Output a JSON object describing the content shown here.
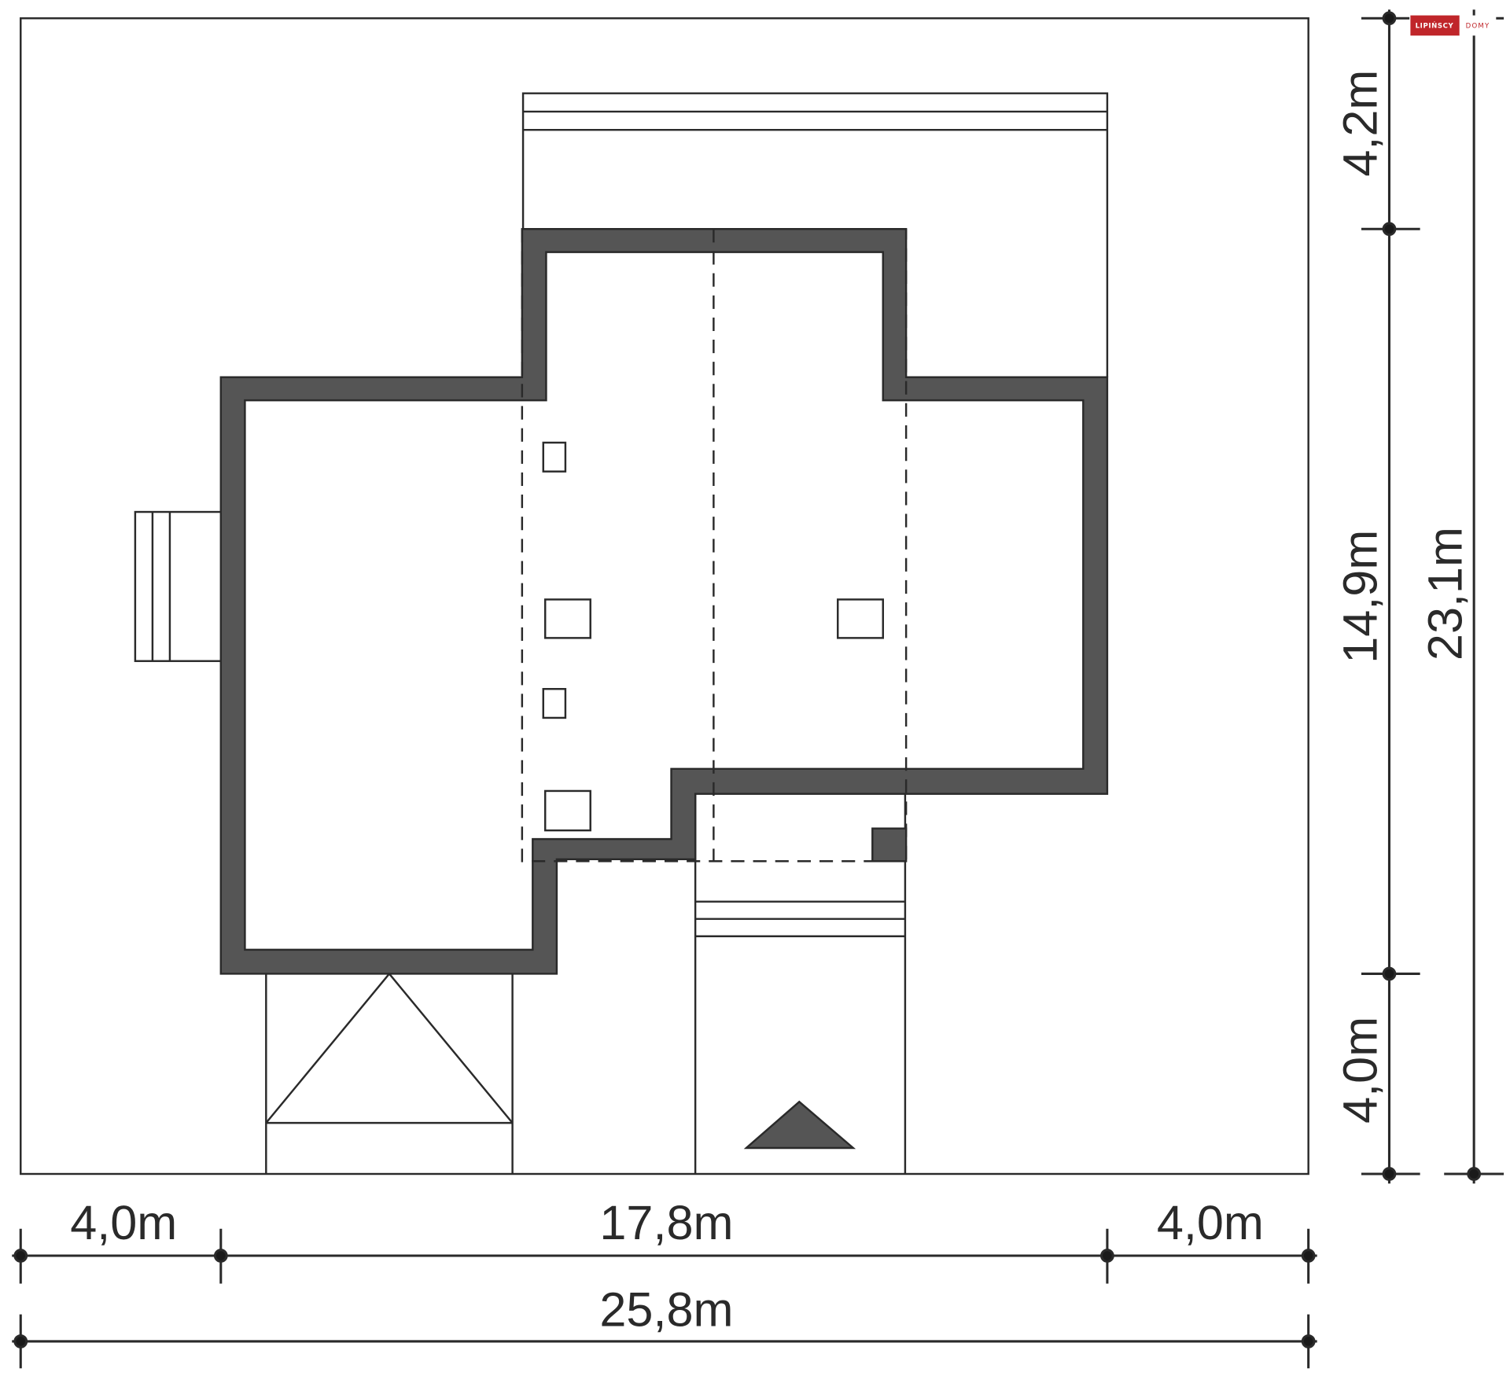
{
  "logo": {
    "brand": "LIPIŃSCY",
    "suffix": "DOMY",
    "brand_color": "#c0262a"
  },
  "colors": {
    "wall": "#555555",
    "line": "#2a2a2a",
    "background": "#ffffff"
  },
  "dimensions": {
    "horizontal": {
      "left_setback": "4,0m",
      "building_width": "17,8m",
      "right_setback": "4,0m",
      "total_width": "25,8m"
    },
    "vertical": {
      "top_setback": "4,2m",
      "building_depth": "14,9m",
      "bottom_setback": "4,0m",
      "total_depth": "23,1m"
    }
  }
}
